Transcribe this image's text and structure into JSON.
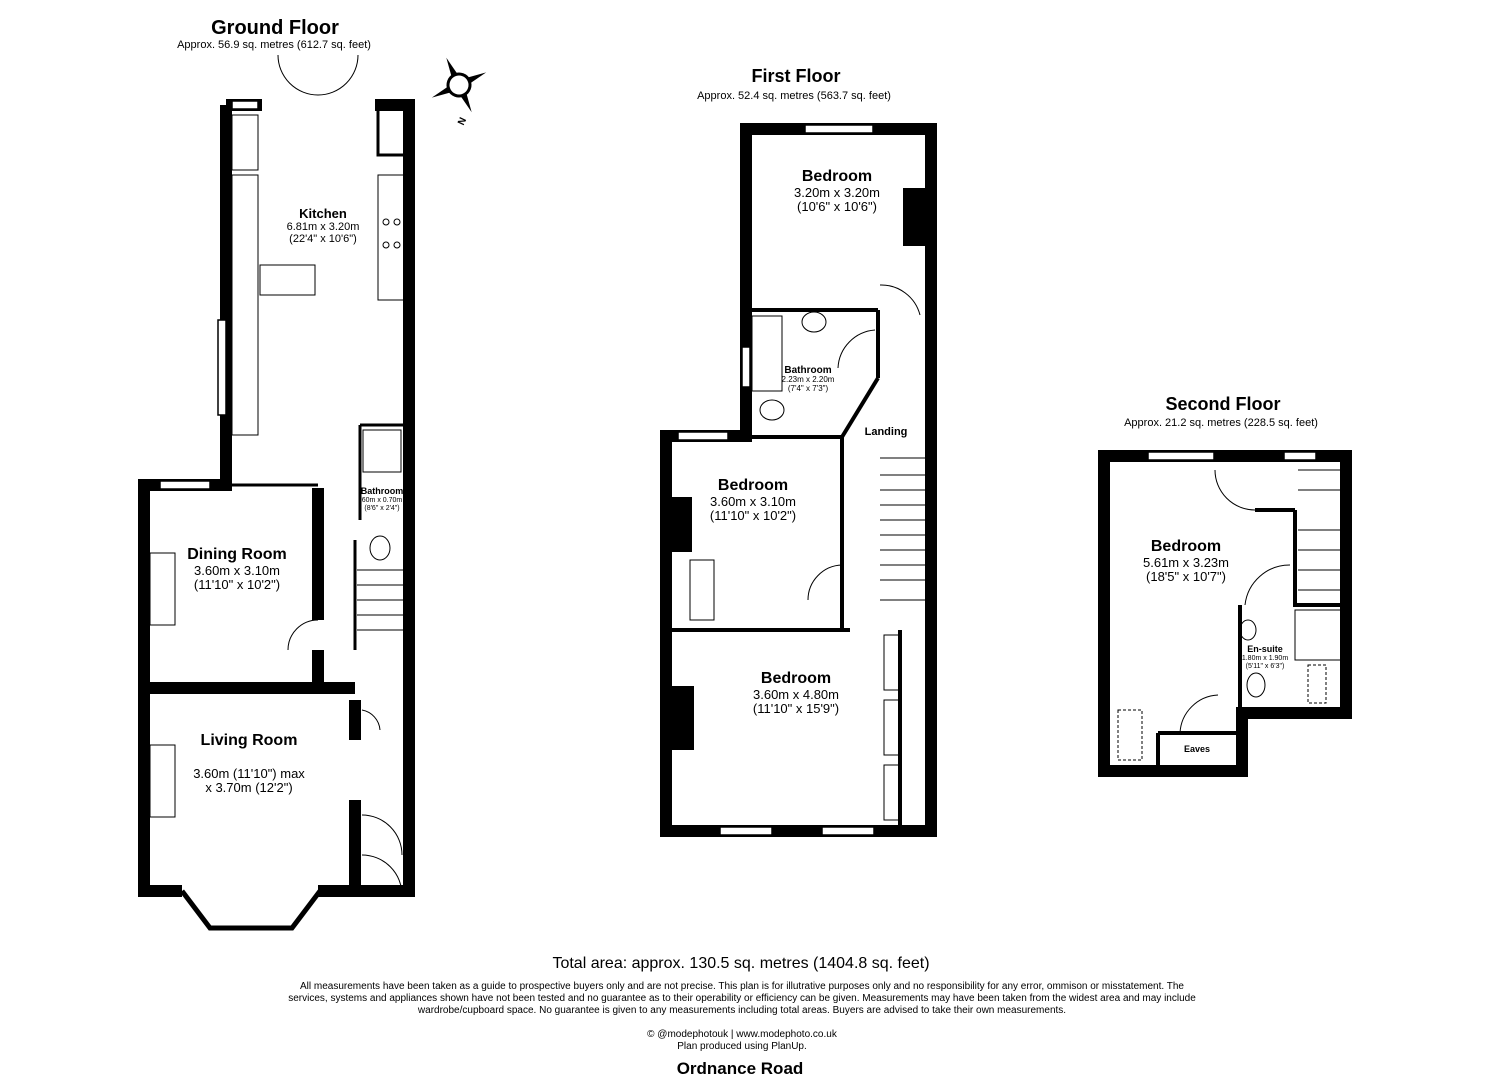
{
  "ground_floor": {
    "title": "Ground Floor",
    "area": "Approx. 56.9 sq. metres (612.7 sq. feet)",
    "rooms": [
      {
        "name": "Kitchen",
        "dim_m": "6.81m x 3.20m",
        "dim_ft": "(22'4\" x 10'6\")"
      },
      {
        "name": "Bathroom",
        "dim_m": "60m x 0.70m",
        "dim_ft": "(8'6\" x 2'4\")"
      },
      {
        "name": "Dining Room",
        "dim_m": "3.60m x 3.10m",
        "dim_ft": "(11'10\" x 10'2\")"
      },
      {
        "name": "Living Room",
        "dim_m": "3.60m (11'10\") max",
        "dim_ft": "x 3.70m (12'2\")"
      }
    ],
    "compass": "N"
  },
  "first_floor": {
    "title": "First Floor",
    "area": "Approx. 52.4 sq. metres (563.7 sq. feet)",
    "rooms": [
      {
        "name": "Bedroom",
        "dim_m": "3.20m x 3.20m",
        "dim_ft": "(10'6\" x 10'6\")"
      },
      {
        "name": "Bathroom",
        "dim_m": "2.23m x 2.20m",
        "dim_ft": "(7'4\" x 7'3\")"
      },
      {
        "name": "Landing"
      },
      {
        "name": "Bedroom",
        "dim_m": "3.60m x 3.10m",
        "dim_ft": "(11'10\" x 10'2\")"
      },
      {
        "name": "Bedroom",
        "dim_m": "3.60m x 4.80m",
        "dim_ft": "(11'10\" x 15'9\")"
      }
    ]
  },
  "second_floor": {
    "title": "Second Floor",
    "area": "Approx. 21.2 sq. metres (228.5 sq. feet)",
    "rooms": [
      {
        "name": "Bedroom",
        "dim_m": "5.61m x 3.23m",
        "dim_ft": "(18'5\" x 10'7\")"
      },
      {
        "name": "En-suite",
        "dim_m": "1.80m x 1.90m",
        "dim_ft": "(5'11\" x 6'3\")"
      },
      {
        "name": "Eaves"
      }
    ]
  },
  "footer": {
    "total": "Total area: approx. 130.5 sq. metres (1404.8 sq. feet)",
    "disclaimer_1": "All measurements have been taken as a guide to prospective buyers only and are not precise. This plan is for illutrative purposes only and no responsibility for any error, ommison or misstatement. The",
    "disclaimer_2": "services, systems and appliances shown have not been tested and no guarantee as to their operability or efficiency can be given. Measurements may have been taken from the widest area and may include",
    "disclaimer_3": "wardrobe/cupboard space. No guarantee is given to any measurements including total areas. Buyers are advised to take their own measurements.",
    "credit": "© @modephotouk | www.modephoto.co.uk",
    "produced": "Plan produced using PlanUp.",
    "address": "Ordnance Road"
  }
}
